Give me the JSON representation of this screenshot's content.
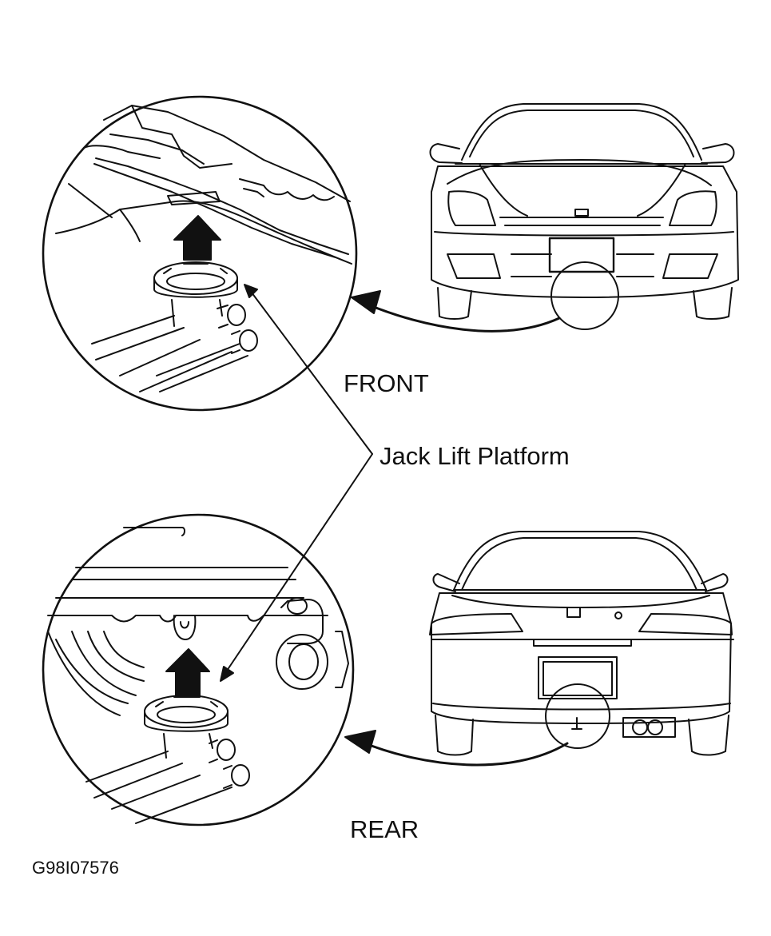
{
  "labels": {
    "front": "FRONT",
    "rear": "REAR",
    "callout": "Jack Lift Platform",
    "figure_code": "G98I07576"
  },
  "colors": {
    "ink": "#111111",
    "paper": "#ffffff"
  }
}
